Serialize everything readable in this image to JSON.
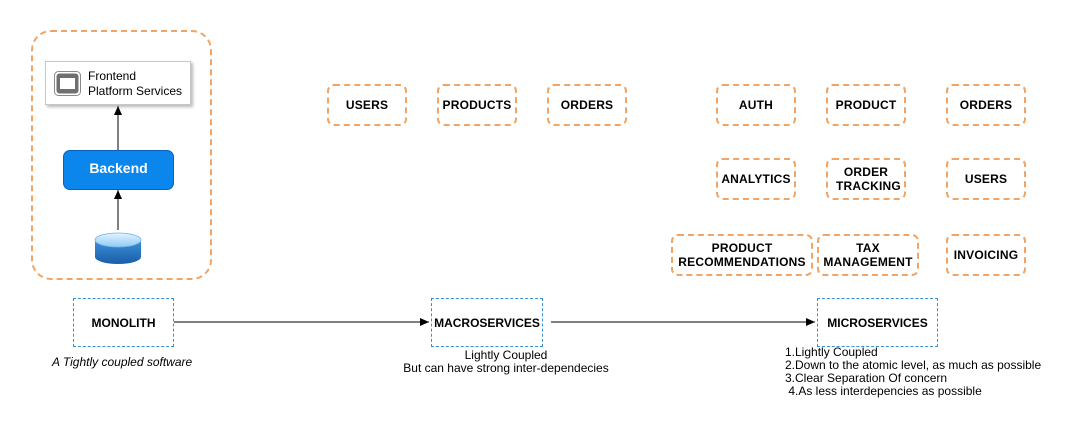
{
  "monolith": {
    "frontend_line1": "Frontend",
    "frontend_line2": "Platform Services",
    "backend": "Backend",
    "label": "MONOLITH",
    "caption": "A Tightly coupled software"
  },
  "macroservices": {
    "services": [
      "USERS",
      "PRODUCTS",
      "ORDERS"
    ],
    "label": "MACROSERVICES",
    "caption_line1": "Lightly  Coupled",
    "caption_line2": "But can have strong inter-dependecies"
  },
  "microservices": {
    "services": [
      "AUTH",
      "PRODUCT",
      "ORDERS",
      "ANALYTICS",
      "ORDER TRACKING",
      "USERS",
      "PRODUCT RECOMMENDATIONS",
      "TAX MANAGEMENT",
      "INVOICING"
    ],
    "label": "MICROSERVICES",
    "notes": [
      "1.Lightly Coupled",
      "2.Down to the atomic level, as much as possible",
      "3.Clear Separation Of concern",
      " 4.As less interdepencies as possible"
    ]
  },
  "colors": {
    "service_border": "#f0a566",
    "stage_border": "#3a8fd0",
    "backend_fill": "#0a86ec",
    "database_fill": "#2a78c8"
  },
  "icons": [
    "browser-window-icon",
    "database-icon"
  ]
}
